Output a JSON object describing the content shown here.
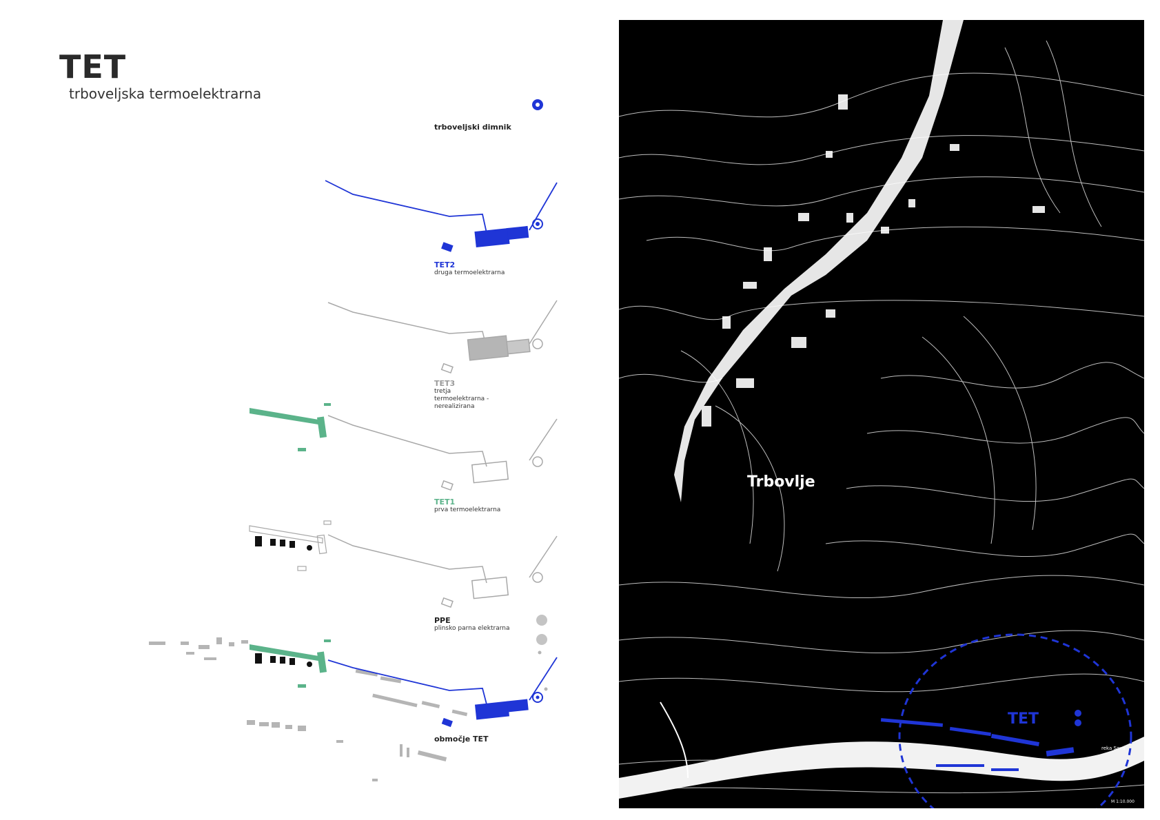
{
  "header": {
    "title": "TET",
    "subtitle": "trboveljska termoelektrarna"
  },
  "legend": [
    {
      "id": "dimnik",
      "title": "trboveljski dimnik",
      "desc": ""
    },
    {
      "id": "tet2",
      "title": "TET2",
      "desc": "druga termoelektrarna",
      "color": "#1f35d6"
    },
    {
      "id": "tet3",
      "title": "TET3",
      "desc": "tretja termoelektrarna - nerealizirana",
      "color": "#9a9a9a"
    },
    {
      "id": "tet1",
      "title": "TET1",
      "desc": "prva termoelektrarna",
      "color": "#5bb38a"
    },
    {
      "id": "ppe",
      "title": "PPE",
      "desc": "plinsko parna elektrarna",
      "color": "#111111"
    },
    {
      "id": "obmocje",
      "title": "območje TET",
      "desc": ""
    }
  ],
  "map": {
    "town_label": "Trbovlje",
    "area_label": "TET",
    "river_label": "reka Sava",
    "scale_label": "M 1:10.000",
    "colors": {
      "background": "#000000",
      "contours": "#ffffff",
      "highlight": "#1f35d6"
    }
  }
}
